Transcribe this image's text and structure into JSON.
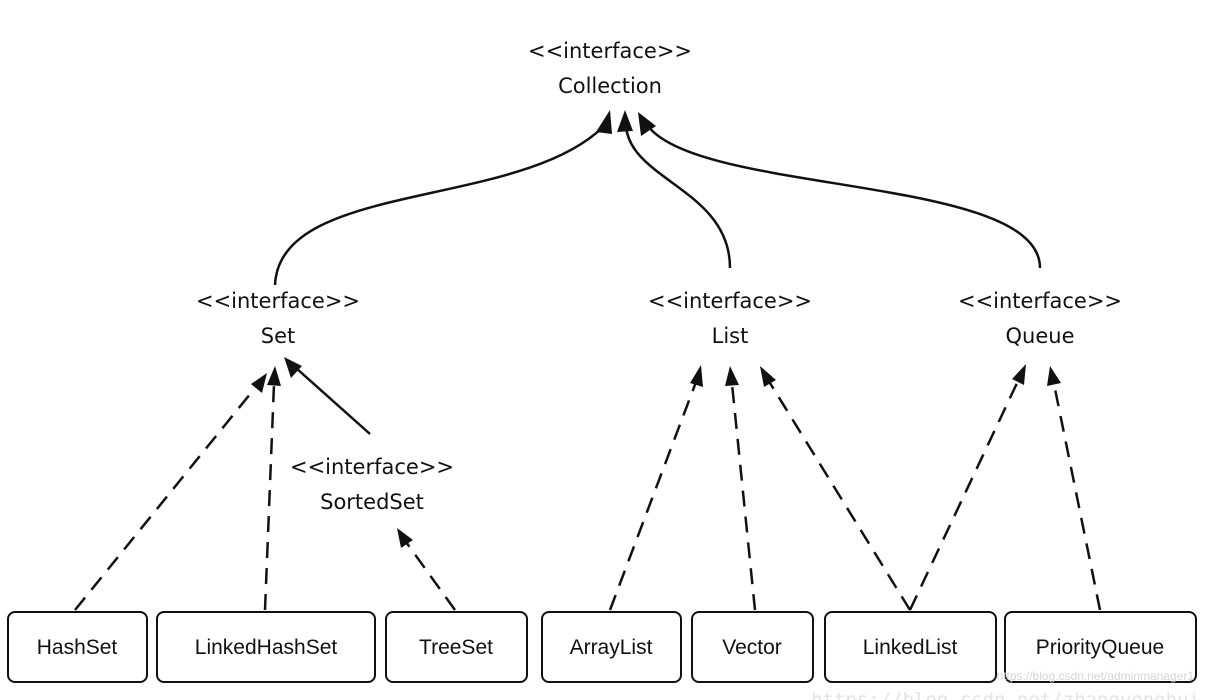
{
  "interfaces": {
    "collection": {
      "stereotype": "<<interface>>",
      "name": "Collection"
    },
    "set": {
      "stereotype": "<<interface>>",
      "name": "Set"
    },
    "list": {
      "stereotype": "<<interface>>",
      "name": "List"
    },
    "queue": {
      "stereotype": "<<interface>>",
      "name": "Queue"
    },
    "sorted_set": {
      "stereotype": "<<interface>>",
      "name": "SortedSet"
    }
  },
  "classes": {
    "hashset": "HashSet",
    "linkedhashset": "LinkedHashSet",
    "treeset": "TreeSet",
    "arraylist": "ArrayList",
    "vector": "Vector",
    "linkedlist": "LinkedList",
    "priorityqueue": "PriorityQueue"
  },
  "watermark": {
    "line1": "https://blog.csdn.net/adminmanager1",
    "line2": "https://blog.csdn.net/zhangyonghui"
  }
}
